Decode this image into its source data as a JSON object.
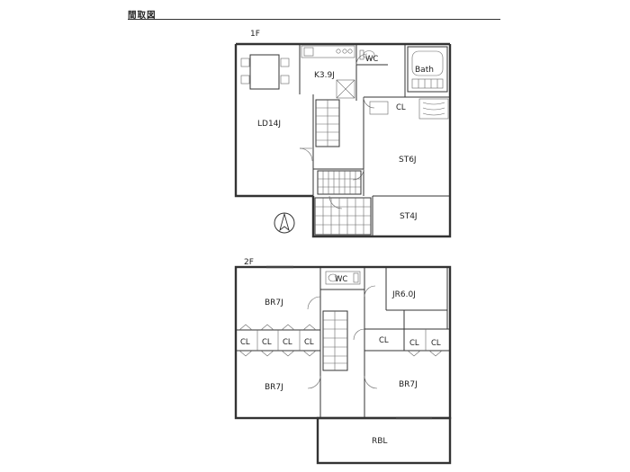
{
  "header": {
    "title": "間取図"
  },
  "floors": [
    {
      "label": "1F",
      "rooms": {
        "ld": "LD14J",
        "kitchen": "K3.9J",
        "wc": "WC",
        "bath": "Bath",
        "cl": "CL",
        "st6": "ST6J",
        "st4": "ST4J"
      }
    },
    {
      "label": "2F",
      "rooms": {
        "br_upper": "BR7J",
        "br_lower": "BR7J",
        "br_right": "BR7J",
        "wc": "WC",
        "jr": "JR6.0J",
        "rbl": "RBL",
        "cl_1": "CL",
        "cl_2": "CL",
        "cl_3": "CL",
        "cl_4": "CL",
        "cl_5": "CL",
        "cl_6": "CL",
        "cl_7": "CL"
      }
    }
  ]
}
